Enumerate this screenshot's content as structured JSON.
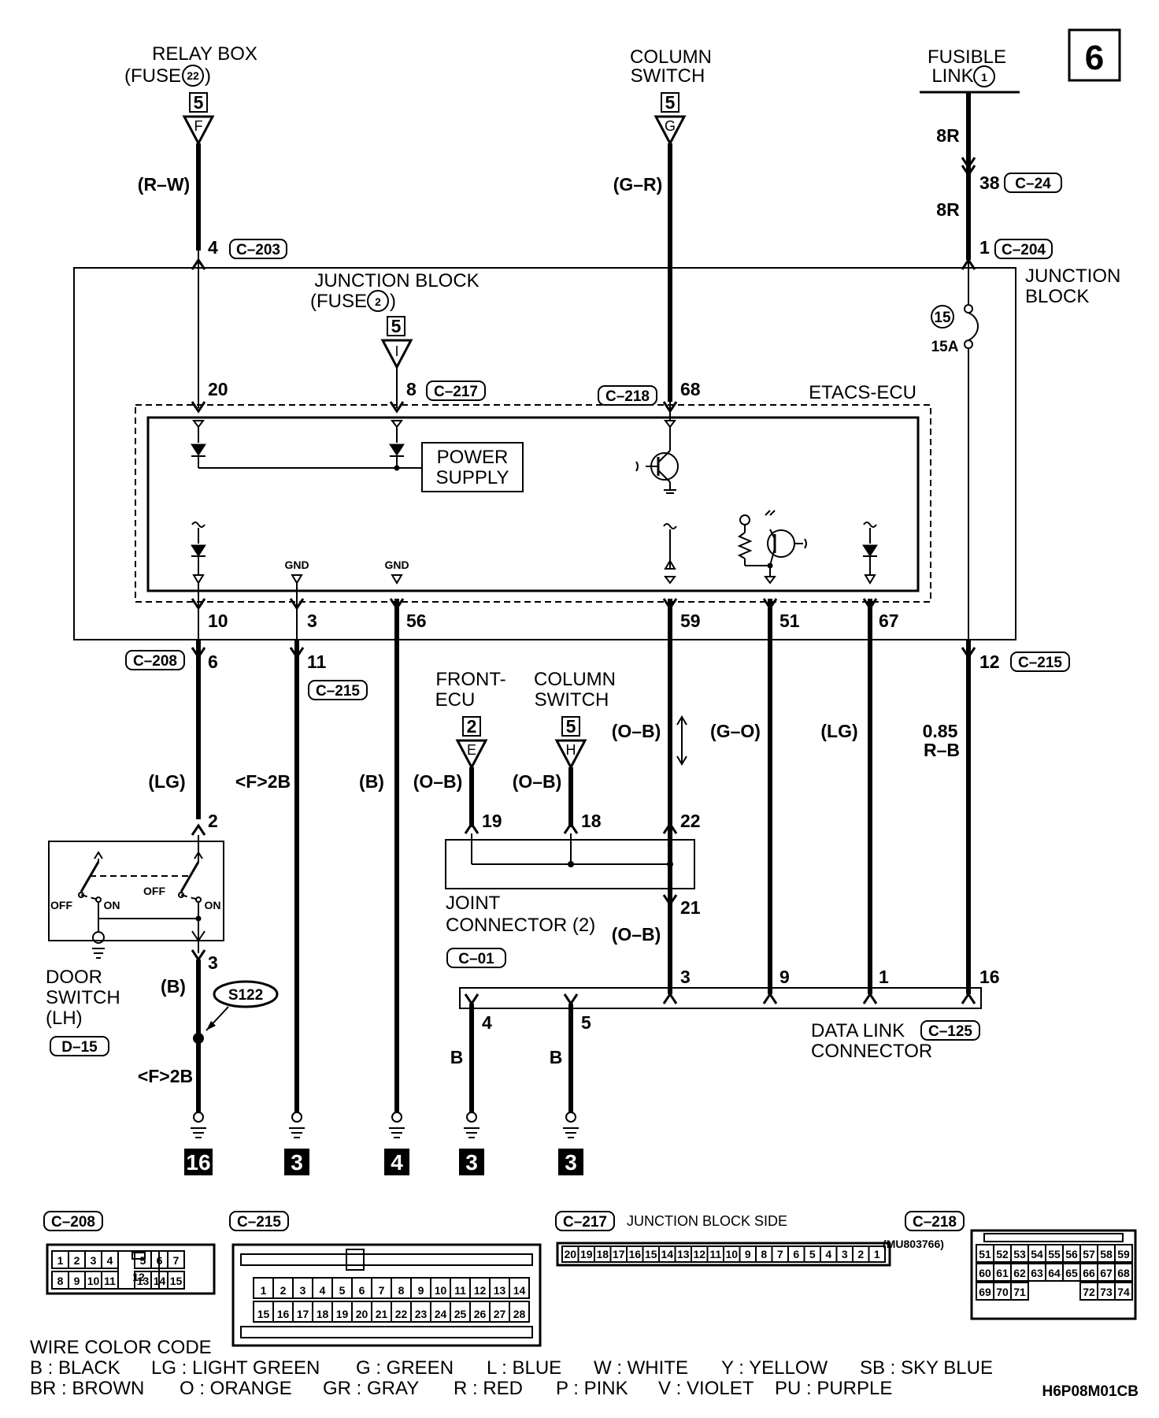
{
  "page_number": "6",
  "diagram_code": "H6P08M01CB",
  "sources": {
    "relay_box": {
      "name": "RELAY BOX",
      "fuse": "(FUSE",
      "fuse_num": "22",
      "fuse_close": ")",
      "page": "5",
      "conn": "F",
      "wire": "(R–W)",
      "pin": "4",
      "connector": "C–203"
    },
    "column_switch": {
      "name": "COLUMN",
      "name2": "SWITCH",
      "page": "5",
      "conn": "G",
      "wire": "(G–R)"
    },
    "fusible_link": {
      "name": "FUSIBLE",
      "name2": "LINK",
      "num": "1",
      "size1": "8R",
      "pin": "38",
      "connector": "C–24",
      "size2": "8R",
      "pin2": "1",
      "connector2": "C–204"
    }
  },
  "junction_block": {
    "label": "JUNCTION",
    "label2": "BLOCK",
    "fuse_title": "JUNCTION BLOCK",
    "fuse_sub": "(FUSE",
    "fuse_num": "2",
    "fuse_close": ")",
    "fuse_page": "5",
    "fuse_conn": "I",
    "fuse15": "15",
    "amp": "15A",
    "pin_in_20": "20",
    "pin_in_8": "8",
    "conn_217": "C–217",
    "conn_218": "C–218",
    "pin_in_68": "68",
    "ecu": "ETACS-ECU",
    "power": "POWER",
    "supply": "SUPPLY",
    "gnd": "GND",
    "out_pins": [
      "10",
      "3",
      "56",
      "59",
      "51",
      "67"
    ]
  },
  "lower": {
    "c208": "C–208",
    "p6": "6",
    "p11": "11",
    "c215": "C–215",
    "p12": "12",
    "c215b": "C–215",
    "w_lg": "(LG)",
    "w_f2b": "<F>2B",
    "w_b": "(B)",
    "w_ob1": "(O–B)",
    "w_ob2": "(O–B)",
    "w_ob3": "(O–B)",
    "w_go": "(G–O)",
    "w_lg2": "(LG)",
    "w_085": "0.85",
    "w_rb": "R–B",
    "front_ecu": "FRONT-",
    "front_ecu2": "ECU",
    "fe_page": "2",
    "fe_conn": "E",
    "col_sw": "COLUMN",
    "col_sw2": "SWITCH",
    "cs_page": "5",
    "cs_conn": "H",
    "p19": "19",
    "p18": "18",
    "p22": "22",
    "p21": "21",
    "p2": "2",
    "p3": "3",
    "joint": "JOINT",
    "joint2": "CONNECTOR (2)",
    "joint_conn": "C–01",
    "w_ob4": "(O–B)",
    "off1": "OFF",
    "on1": "ON",
    "off2": "OFF",
    "on2": "ON",
    "door": "DOOR",
    "door2": "SWITCH",
    "door3": "(LH)",
    "door_conn": "D–15",
    "w_b2": "(B)",
    "splice": "S122",
    "w_f2b2": "<F>2B",
    "dlc_pins": [
      "3",
      "9",
      "1",
      "16"
    ],
    "dlc4": "4",
    "dlc5": "5",
    "wb1": "B",
    "wb2": "B",
    "dlc": "DATA LINK",
    "dlc2": "CONNECTOR",
    "dlc_conn": "C–125",
    "grounds": [
      "16",
      "3",
      "4",
      "3",
      "3"
    ]
  },
  "connectors": {
    "c208": {
      "name": "C–208",
      "row1": [
        "1",
        "2",
        "3",
        "4",
        "",
        "5",
        "6",
        "7"
      ],
      "row2": [
        "8",
        "9",
        "10",
        "11",
        "",
        "13",
        "14",
        "15"
      ],
      "center": "12"
    },
    "c215": {
      "name": "C–215",
      "row1": [
        "1",
        "2",
        "3",
        "4",
        "5",
        "6",
        "7",
        "8",
        "9",
        "10",
        "11",
        "12",
        "13",
        "14"
      ],
      "row2": [
        "15",
        "16",
        "17",
        "18",
        "19",
        "20",
        "21",
        "22",
        "23",
        "24",
        "25",
        "26",
        "27",
        "28"
      ]
    },
    "c217": {
      "name": "C–217",
      "side": "JUNCTION BLOCK SIDE",
      "cells": [
        "20",
        "19",
        "18",
        "17",
        "16",
        "15",
        "14",
        "13",
        "12",
        "11",
        "10",
        "9",
        "8",
        "7",
        "6",
        "5",
        "4",
        "3",
        "2",
        "1"
      ]
    },
    "c218": {
      "name": "C–218",
      "part": "(MU803766)",
      "row1": [
        "51",
        "52",
        "53",
        "54",
        "55",
        "56",
        "57",
        "58",
        "59"
      ],
      "row2": [
        "60",
        "61",
        "62",
        "63",
        "64",
        "65",
        "66",
        "67",
        "68"
      ],
      "row3": [
        "69",
        "70",
        "71",
        "",
        "",
        "",
        "72",
        "73",
        "74"
      ]
    }
  },
  "legend": {
    "title": "WIRE COLOR CODE",
    "row1": [
      "B : BLACK",
      "LG : LIGHT GREEN",
      "G : GREEN",
      "L : BLUE",
      "W : WHITE",
      "Y : YELLOW",
      "SB : SKY BLUE"
    ],
    "row2": [
      "BR : BROWN",
      "O : ORANGE",
      "GR : GRAY",
      "R : RED",
      "P : PINK",
      "V : VIOLET",
      "PU : PURPLE"
    ]
  }
}
